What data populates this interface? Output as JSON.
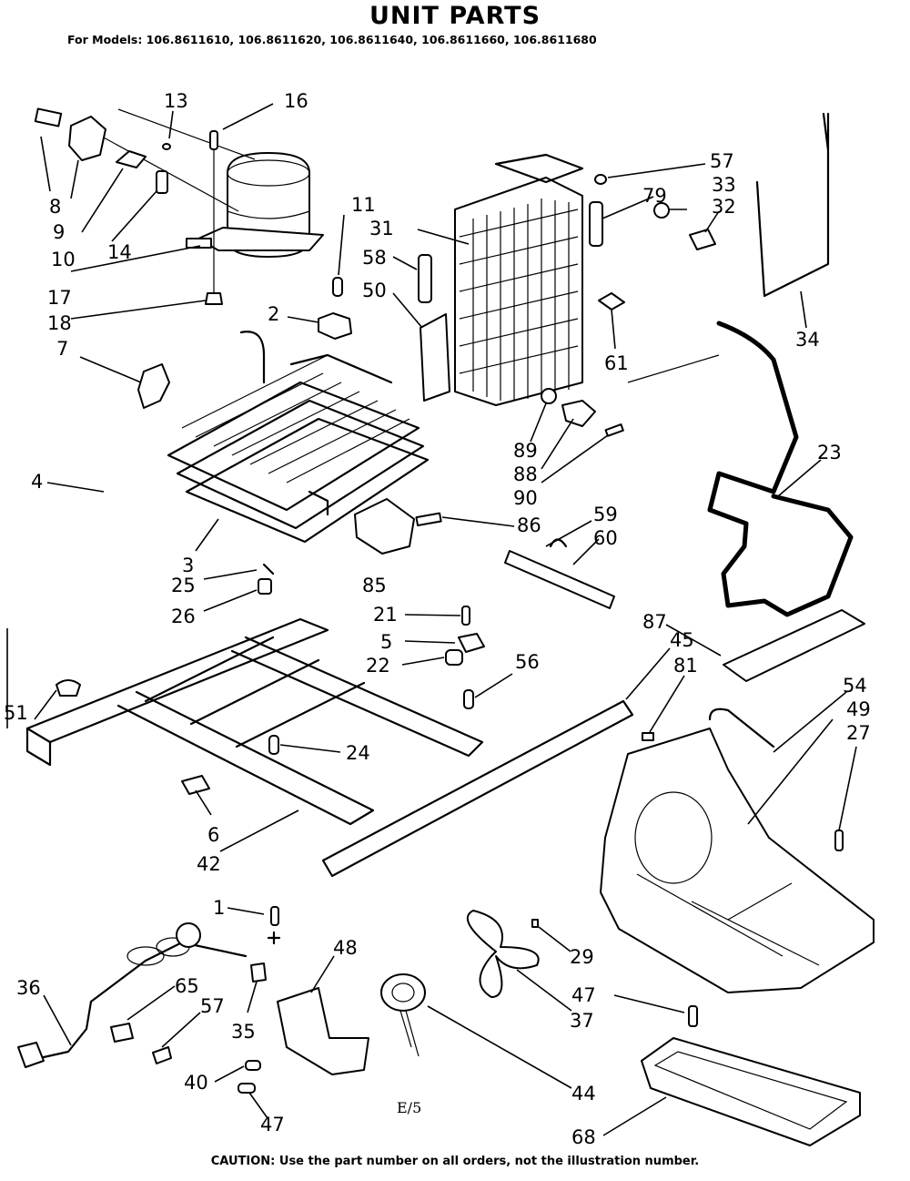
{
  "title": "UNIT PARTS",
  "models_line": "For Models: 106.8611610, 106.8611620, 106.8611640, 106.8611660, 106.8611680",
  "caution": "CAUTION: Use the part number on all orders, not the illustration number.",
  "sheet_code": "E/5",
  "callouts": {
    "c1": "1",
    "c2": "2",
    "c3": "3",
    "c4": "4",
    "c5": "5",
    "c6": "6",
    "c7": "7",
    "c8": "8",
    "c9": "9",
    "c10": "10",
    "c11": "11",
    "c13": "13",
    "c14": "14",
    "c16": "16",
    "c17": "17",
    "c18": "18",
    "c21": "21",
    "c22": "22",
    "c23": "23",
    "c24": "24",
    "c25": "25",
    "c26": "26",
    "c27": "27",
    "c29": "29",
    "c31": "31",
    "c32": "32",
    "c33": "33",
    "c34": "34",
    "c35": "35",
    "c36": "36",
    "c37": "37",
    "c40": "40",
    "c42": "42",
    "c44": "44",
    "c45": "45",
    "c47a": "47",
    "c47b": "47",
    "c48": "48",
    "c49": "49",
    "c50": "50",
    "c51": "51",
    "c54": "54",
    "c56": "56",
    "c57a": "57",
    "c57b": "57",
    "c58": "58",
    "c59": "59",
    "c60": "60",
    "c61": "61",
    "c65": "65",
    "c68": "68",
    "c79": "79",
    "c81": "81",
    "c85": "85",
    "c86": "86",
    "c87": "87",
    "c88": "88",
    "c89": "89",
    "c90": "90"
  }
}
